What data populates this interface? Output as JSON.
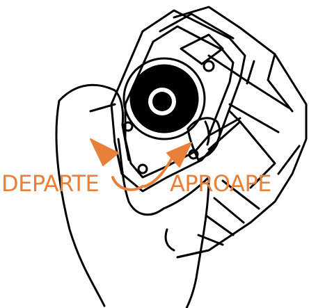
{
  "labels": {
    "far": "DEPARTE",
    "near": "APROAPE"
  },
  "colors": {
    "accent": "#E8803A",
    "ink": "#000000",
    "background": "#FFFFFF"
  },
  "icons": {
    "rotate_left": "rotate-counterclockwise-arrow",
    "rotate_right": "rotate-clockwise-arrow"
  }
}
